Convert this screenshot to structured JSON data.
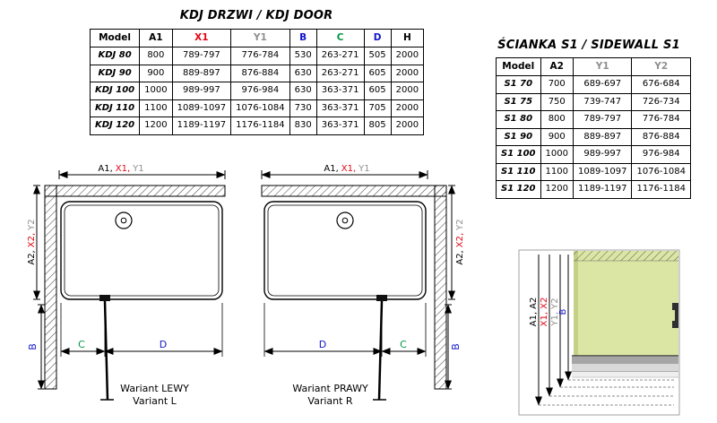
{
  "door_section": {
    "title": "KDJ DRZWI / KDJ DOOR",
    "table": {
      "columns": [
        {
          "label": "Model",
          "color": "#000000"
        },
        {
          "label": "A1",
          "color": "#000000"
        },
        {
          "label": "X1",
          "color": "#e30613"
        },
        {
          "label": "Y1",
          "color": "#8f8f8f"
        },
        {
          "label": "B",
          "color": "#1016c8"
        },
        {
          "label": "C",
          "color": "#009640"
        },
        {
          "label": "D",
          "color": "#1016c8"
        },
        {
          "label": "H",
          "color": "#000000"
        }
      ],
      "rows": [
        [
          "KDJ 80",
          "800",
          "789-797",
          "776-784",
          "530",
          "263-271",
          "505",
          "2000"
        ],
        [
          "KDJ 90",
          "900",
          "889-897",
          "876-884",
          "630",
          "263-271",
          "605",
          "2000"
        ],
        [
          "KDJ 100",
          "1000",
          "989-997",
          "976-984",
          "630",
          "363-371",
          "605",
          "2000"
        ],
        [
          "KDJ 110",
          "1100",
          "1089-1097",
          "1076-1084",
          "730",
          "363-371",
          "705",
          "2000"
        ],
        [
          "KDJ 120",
          "1200",
          "1189-1197",
          "1176-1184",
          "830",
          "363-371",
          "805",
          "2000"
        ]
      ]
    }
  },
  "sidewall_section": {
    "title": "ŚCIANKA S1 / SIDEWALL S1",
    "table": {
      "columns": [
        {
          "label": "Model",
          "color": "#000000"
        },
        {
          "label": "A2",
          "color": "#000000"
        },
        {
          "label": "Y1",
          "color": "#8f8f8f"
        },
        {
          "label": "Y2",
          "color": "#8f8f8f"
        }
      ],
      "rows": [
        [
          "S1 70",
          "700",
          "689-697",
          "676-684"
        ],
        [
          "S1 75",
          "750",
          "739-747",
          "726-734"
        ],
        [
          "S1 80",
          "800",
          "789-797",
          "776-784"
        ],
        [
          "S1 90",
          "900",
          "889-897",
          "876-884"
        ],
        [
          "S1 100",
          "1000",
          "989-997",
          "976-984"
        ],
        [
          "S1 110",
          "1100",
          "1089-1097",
          "1076-1084"
        ],
        [
          "S1 120",
          "1200",
          "1189-1197",
          "1176-1184"
        ]
      ]
    }
  },
  "variant_left": {
    "top_dim": {
      "a": "A1,",
      "x": "X1,",
      "y": "Y1"
    },
    "side_dim": {
      "a": "A2,",
      "x": "X2,",
      "y": "Y2"
    },
    "b": "B",
    "c": "C",
    "d": "D",
    "caption_pl": "Wariant LEWY",
    "caption_en": "Variant L"
  },
  "variant_right": {
    "top_dim": {
      "a": "A1,",
      "x": "X1,",
      "y": "Y1"
    },
    "side_dim": {
      "a": "A2,",
      "x": "X2,",
      "y": "Y2"
    },
    "b": "B",
    "c": "C",
    "d": "D",
    "caption_pl": "Wariant PRAWY",
    "caption_en": "Variant R"
  },
  "detail": {
    "dim_a": "A1, A2",
    "dim_x": "X1, X2",
    "dim_y": "Y1, Y2",
    "dim_b": "B"
  },
  "colors": {
    "black": "#000000",
    "x_red": "#e30613",
    "y_gray": "#8f8f8f",
    "b_blue": "#1016c8",
    "c_green": "#009640",
    "d_blue": "#1016c8",
    "glass_green": "#dce6a4"
  }
}
